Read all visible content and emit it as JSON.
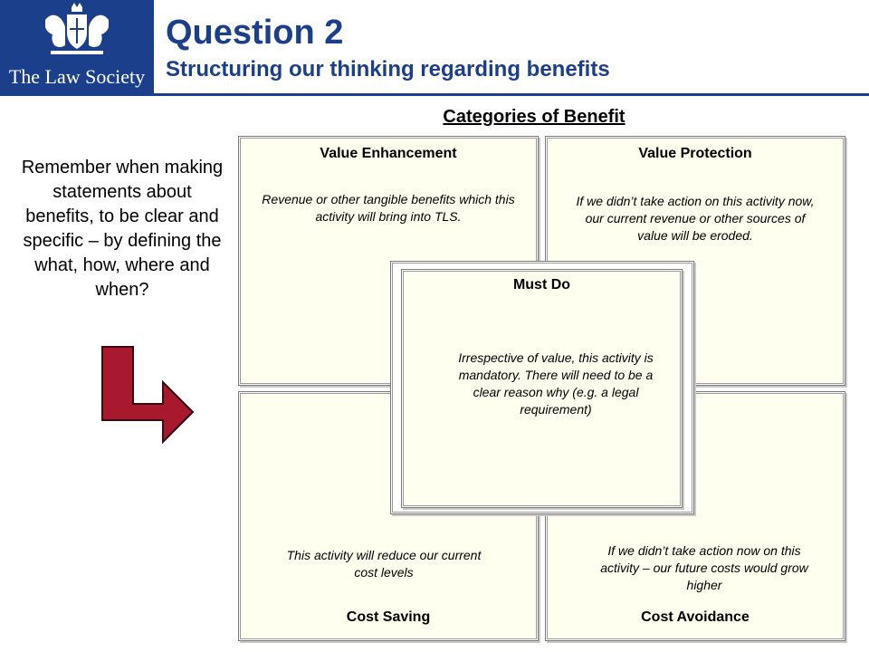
{
  "header": {
    "logo_text": "The Law Society",
    "title": "Question 2",
    "subtitle": "Structuring our thinking regarding benefits"
  },
  "diagram": {
    "heading": "Categories of Benefit",
    "note": "Remember when making statements about benefits, to be clear and specific – by defining the what, how, where and when?",
    "boxes": {
      "value_enhancement": {
        "title": "Value Enhancement",
        "desc": "Revenue or other tangible benefits which this activity will bring into TLS."
      },
      "value_protection": {
        "title": "Value Protection",
        "desc": "If we didn’t take action on this activity now, our current revenue or other sources of value will be eroded."
      },
      "must_do": {
        "title": "Must Do",
        "desc": "Irrespective of value, this activity is mandatory.  There will need to be a clear reason why (e.g. a legal requirement)"
      },
      "cost_saving": {
        "title": "Cost Saving",
        "desc": "This activity will reduce our current cost levels"
      },
      "cost_avoidance": {
        "title": "Cost Avoidance",
        "desc": "If we didn’t take action now on this activity – our future costs would grow higher"
      }
    }
  },
  "colors": {
    "brand_blue": "#1b3f8b",
    "box_fill": "#fffff0",
    "arrow_fill": "#a8192e"
  }
}
